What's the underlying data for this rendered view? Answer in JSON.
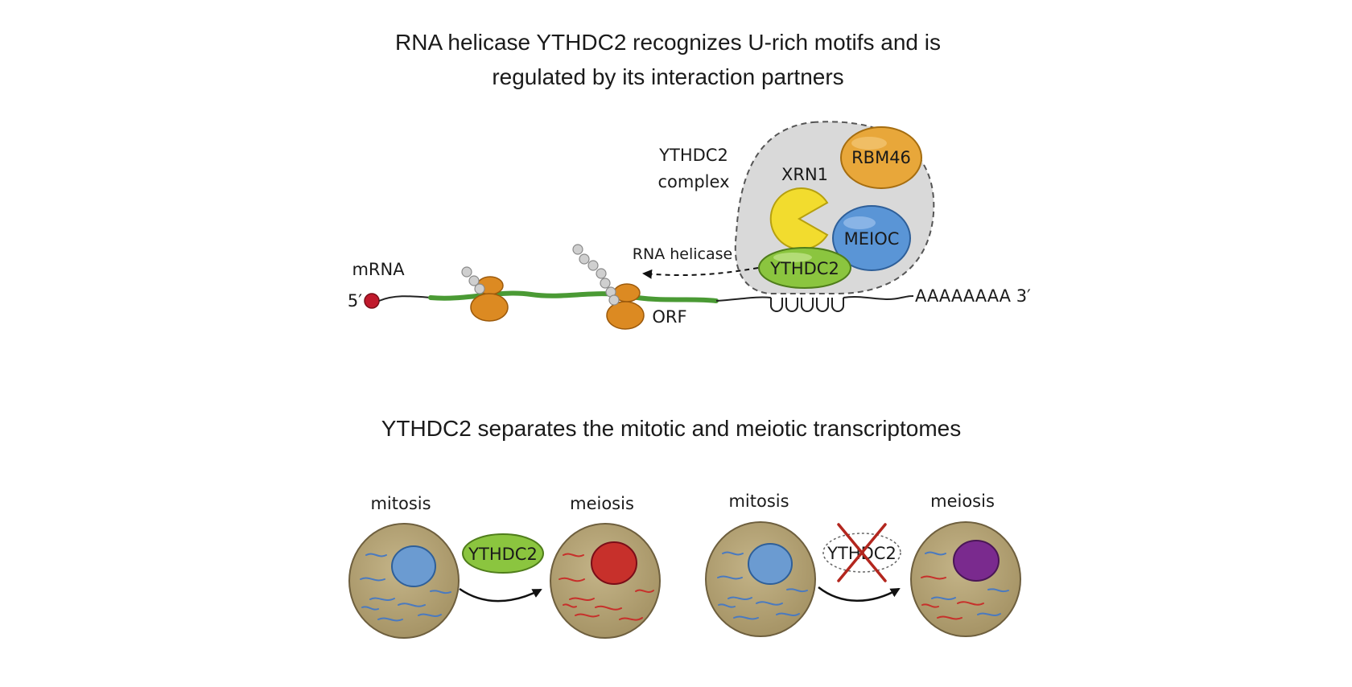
{
  "top_panel": {
    "title_line1": "RNA helicase YTHDC2 recognizes U-rich motifs and is",
    "title_line2": "regulated by its interaction partners",
    "complex_label_line1": "YTHDC2",
    "complex_label_line2": "complex",
    "proteins": {
      "xrn1": "XRN1",
      "rbm46": "RBM46",
      "meioc": "MEIOC",
      "ythdc2": "YTHDC2"
    },
    "helicase_label": "RNA helicase",
    "mrna_label": "mRNA",
    "five_prime": "5′",
    "orf_label": "ORF",
    "motif_label": "UUUUU",
    "poly_a_label": "AAAAAAAA 3′"
  },
  "bottom_panel": {
    "title": "YTHDC2 separates the mitotic and meiotic transcriptomes",
    "left_pair": {
      "from_label": "mitosis",
      "to_label": "meiosis",
      "factor_label": "YTHDC2"
    },
    "right_pair": {
      "from_label": "mitosis",
      "to_label": "meiosis",
      "factor_label": "YTHDC2"
    }
  },
  "colors": {
    "cell_body": "#b5a377",
    "nucleus_mitotic": "#6b9bd1",
    "nucleus_meiotic": "#c7302b",
    "nucleus_aberrant": "#7a2a8e",
    "ythdc2": "#8bc53f",
    "xrn1": "#f2dc2e",
    "rbm46": "#e8a73a",
    "meioc": "#5a95d6",
    "ribosome": "#dc8a22",
    "orf": "#4a9a34",
    "cap": "#c0192c",
    "cross": "#b3261e",
    "complex_bg": "#d9d9d9"
  }
}
